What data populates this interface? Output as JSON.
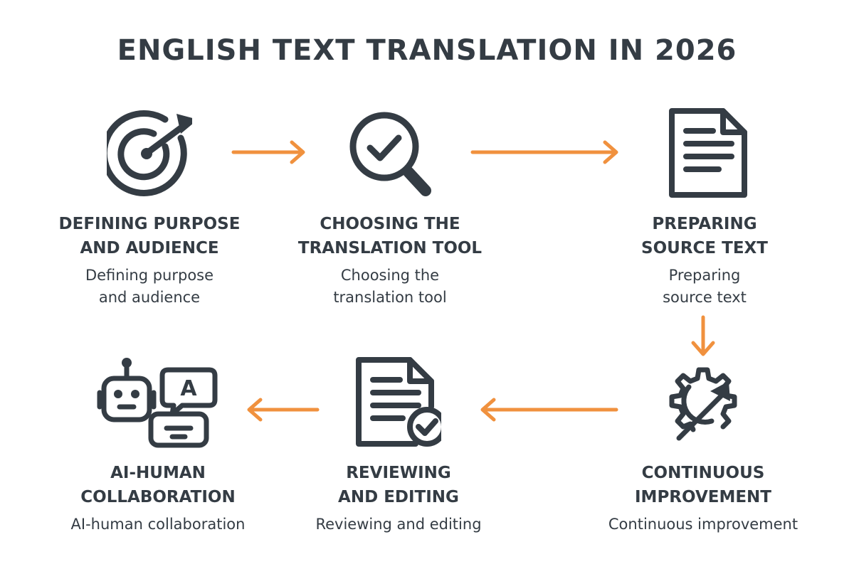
{
  "title": "ENGLISH TEXT TRANSLATION IN 2026",
  "colors": {
    "ink": "#343c44",
    "arrow": "#f0913e"
  },
  "steps": [
    {
      "id": "purpose",
      "icon": "target-arrow-icon",
      "heading": [
        "DEFINING PURPOSE",
        "AND AUDIENCE"
      ],
      "desc": [
        "Defining purpose",
        "and audience"
      ]
    },
    {
      "id": "tool",
      "icon": "magnifier-check-icon",
      "heading": [
        "CHOOSING THE",
        "TRANSLATION TOOL"
      ],
      "desc": [
        "Choosing the",
        "translation tool"
      ]
    },
    {
      "id": "source",
      "icon": "document-icon",
      "heading": [
        "PREPARING",
        "SOURCE TEXT"
      ],
      "desc": [
        "Preparing",
        "source text"
      ]
    },
    {
      "id": "improve",
      "icon": "gear-arrow-icon",
      "heading": [
        "CONTINUOUS",
        "IMPROVEMENT"
      ],
      "desc": [
        "Continuous improvement"
      ]
    },
    {
      "id": "review",
      "icon": "document-check-icon",
      "heading": [
        "REVIEWING",
        "AND EDITING"
      ],
      "desc": [
        "Reviewing and editing"
      ]
    },
    {
      "id": "ai",
      "icon": "robot-chat-icon",
      "heading": [
        "AI-HUMAN",
        "COLLABORATION"
      ],
      "desc": [
        "AI-human collaboration"
      ]
    }
  ],
  "icon_text": {
    "chat_letter": "A"
  }
}
